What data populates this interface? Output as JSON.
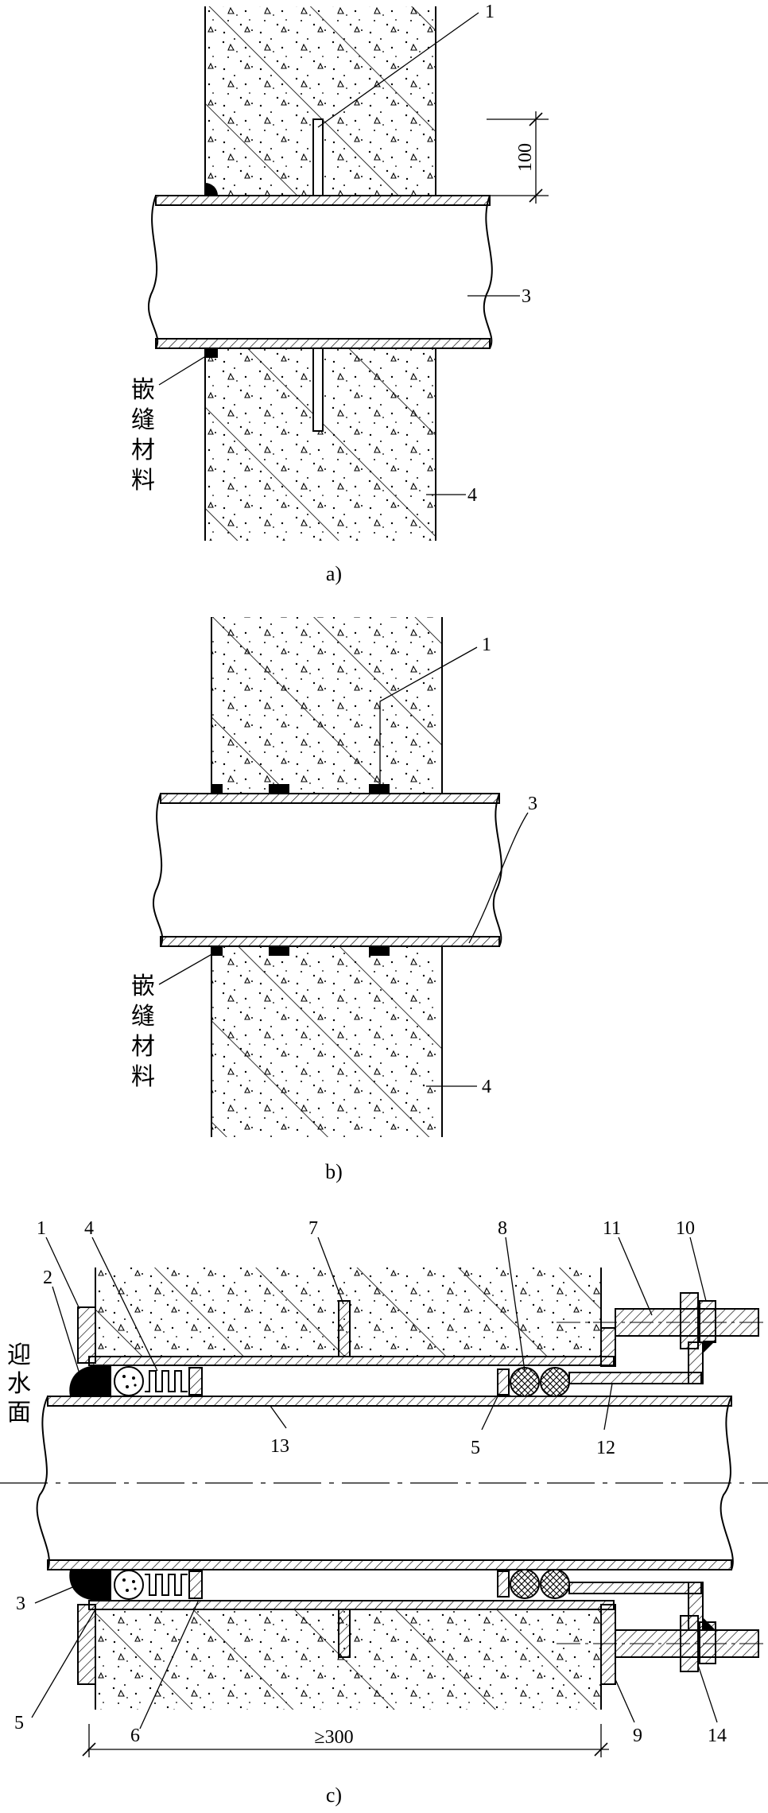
{
  "figure_a": {
    "caption": "a)",
    "dimension": "100",
    "labels": {
      "l1": "1",
      "l3": "3",
      "l4": "4"
    },
    "sealant": [
      "嵌",
      "缝",
      "材",
      "料"
    ]
  },
  "figure_b": {
    "caption": "b)",
    "labels": {
      "l1": "1",
      "l3": "3",
      "l4": "4"
    },
    "sealant": [
      "嵌",
      "缝",
      "材",
      "料"
    ]
  },
  "figure_c": {
    "caption": "c)",
    "dimension": "≥300",
    "water_face": [
      "迎",
      "水",
      "面"
    ],
    "labels": {
      "l1": "1",
      "l2": "2",
      "l3": "3",
      "l4": "4",
      "l5a": "5",
      "l5b": "5",
      "l6": "6",
      "l7": "7",
      "l8": "8",
      "l9": "9",
      "l10": "10",
      "l11": "11",
      "l12": "12",
      "l13": "13",
      "l14": "14"
    }
  },
  "colors": {
    "line": "#000000",
    "fill": "#ffffff",
    "sealant": "#000000"
  }
}
